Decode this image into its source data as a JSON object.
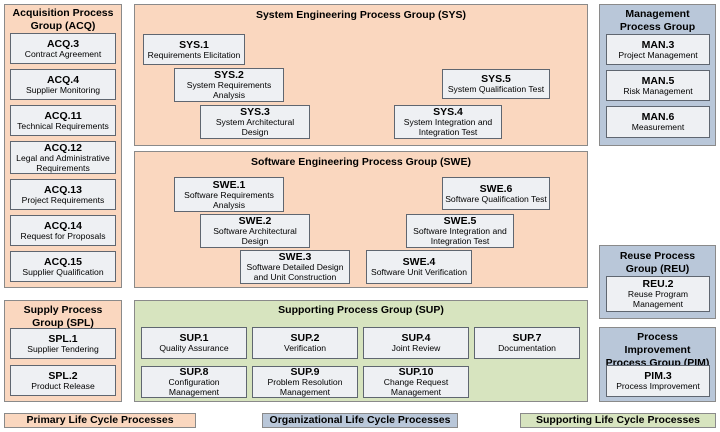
{
  "colors": {
    "primary": "#fad7bf",
    "organizational": "#b9c7d9",
    "supporting": "#d7e4bf",
    "process_box": "#eef0f3"
  },
  "acq": {
    "title": "Acquisition Process Group (ACQ)",
    "items": [
      {
        "code": "ACQ.3",
        "desc": "Contract Agreement"
      },
      {
        "code": "ACQ.4",
        "desc": "Supplier Monitoring"
      },
      {
        "code": "ACQ.11",
        "desc": "Technical Requirements"
      },
      {
        "code": "ACQ.12",
        "desc": "Legal and Administrative Requirements"
      },
      {
        "code": "ACQ.13",
        "desc": "Project Requirements"
      },
      {
        "code": "ACQ.14",
        "desc": "Request for Proposals"
      },
      {
        "code": "ACQ.15",
        "desc": "Supplier Qualification"
      }
    ]
  },
  "spl": {
    "title": "Supply Process Group (SPL)",
    "items": [
      {
        "code": "SPL.1",
        "desc": "Supplier Tendering"
      },
      {
        "code": "SPL.2",
        "desc": "Product Release"
      }
    ]
  },
  "sys": {
    "title": "System Engineering Process Group (SYS)",
    "items": [
      {
        "code": "SYS.1",
        "desc": "Requirements Elicitation"
      },
      {
        "code": "SYS.2",
        "desc": "System Requirements Analysis"
      },
      {
        "code": "SYS.3",
        "desc": "System Architectural Design"
      },
      {
        "code": "SYS.4",
        "desc": "System Integration and Integration Test"
      },
      {
        "code": "SYS.5",
        "desc": "System Qualification Test"
      }
    ]
  },
  "swe": {
    "title": "Software Engineering Process Group (SWE)",
    "items": [
      {
        "code": "SWE.1",
        "desc": "Software Requirements Analysis"
      },
      {
        "code": "SWE.2",
        "desc": "Software Architectural Design"
      },
      {
        "code": "SWE.3",
        "desc": "Software Detailed Design and Unit Construction"
      },
      {
        "code": "SWE.4",
        "desc": "Software Unit Verification"
      },
      {
        "code": "SWE.5",
        "desc": "Software Integration and Integration Test"
      },
      {
        "code": "SWE.6",
        "desc": "Software Qualification Test"
      }
    ]
  },
  "sup": {
    "title": "Supporting Process Group (SUP)",
    "items": [
      {
        "code": "SUP.1",
        "desc": "Quality Assurance"
      },
      {
        "code": "SUP.2",
        "desc": "Verification"
      },
      {
        "code": "SUP.4",
        "desc": "Joint Review"
      },
      {
        "code": "SUP.7",
        "desc": "Documentation"
      },
      {
        "code": "SUP.8",
        "desc": "Configuration Management"
      },
      {
        "code": "SUP.9",
        "desc": "Problem Resolution Management"
      },
      {
        "code": "SUP.10",
        "desc": "Change Request Management"
      }
    ]
  },
  "man": {
    "title": "Management Process Group (MAN)",
    "items": [
      {
        "code": "MAN.3",
        "desc": "Project Management"
      },
      {
        "code": "MAN.5",
        "desc": "Risk Management"
      },
      {
        "code": "MAN.6",
        "desc": "Measurement"
      }
    ]
  },
  "reu": {
    "title": "Reuse Process Group (REU)",
    "items": [
      {
        "code": "REU.2",
        "desc": "Reuse Program Management"
      }
    ]
  },
  "pim": {
    "title": "Process Improvement Process Group (PIM)",
    "items": [
      {
        "code": "PIM.3",
        "desc": "Process Improvement"
      }
    ]
  },
  "legend": {
    "primary": "Primary Life Cycle Processes",
    "organizational": "Organizational Life Cycle Processes",
    "supporting": "Supporting Life Cycle Processes"
  }
}
